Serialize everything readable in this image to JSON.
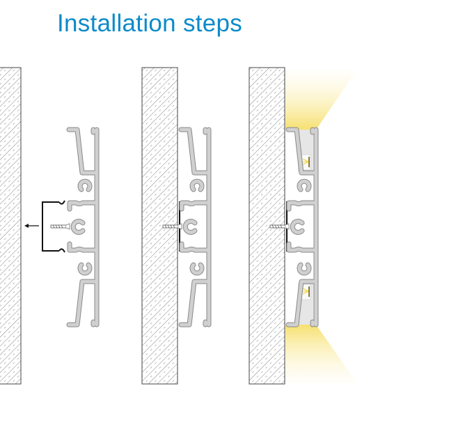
{
  "title": "Installation steps",
  "steps": [
    {
      "name": "step-1-attach-bracket",
      "bracket_position": "detached"
    },
    {
      "name": "step-2-mount-profile",
      "bracket_position": "mounted"
    },
    {
      "name": "step-3-lit-profile",
      "bracket_position": "mounted"
    }
  ],
  "colors": {
    "title": "#0b8bc9",
    "profile": "#cfcfcf",
    "profile_outline": "#8a8a8a",
    "light": "#f6e27a",
    "bracket": "#111111"
  }
}
